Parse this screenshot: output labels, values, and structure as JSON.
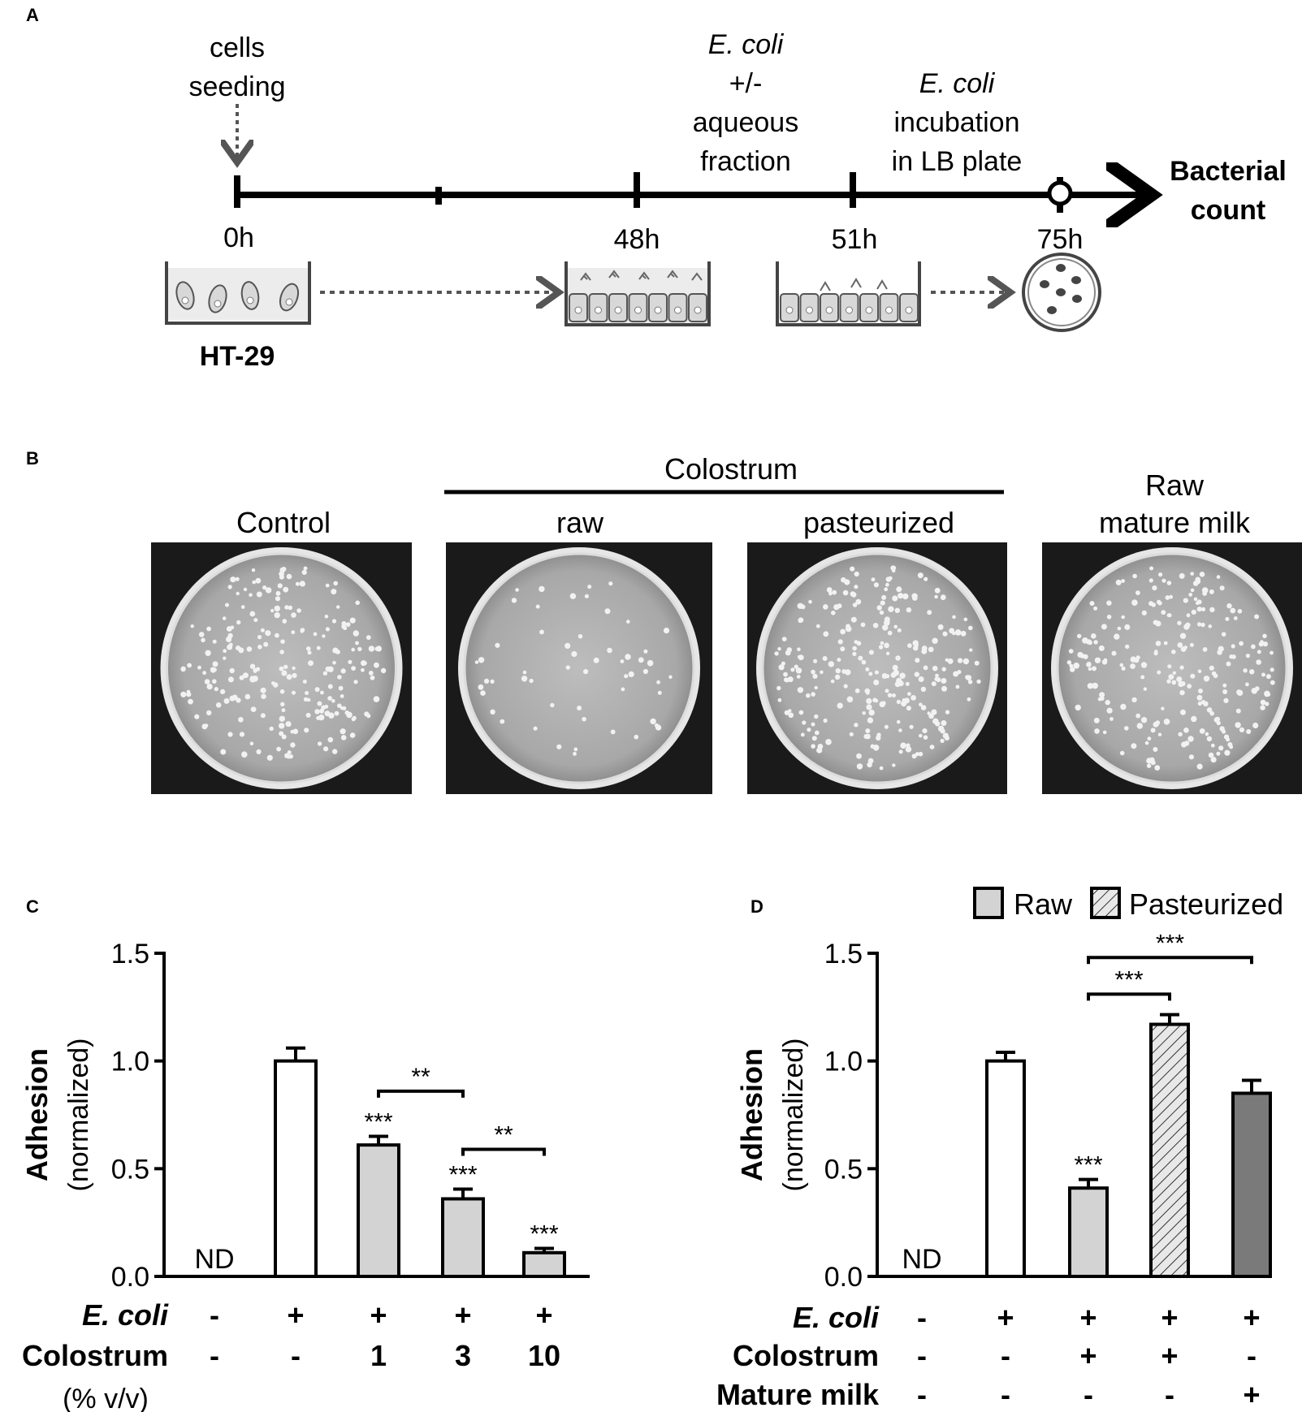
{
  "panel_labels": {
    "a": "A",
    "b": "B",
    "c": "C",
    "d": "D"
  },
  "panel_a": {
    "seeding_line1": "cells",
    "seeding_line2": "seeding",
    "ecoli_italic": "E. coli",
    "ecoli_line2": "+/-",
    "ecoli_line3": "aqueous",
    "ecoli_line4": "fraction",
    "incub_italic": "E. coli",
    "incub_line2": "incubation",
    "incub_line3": "in LB plate",
    "result_line1": "Bacterial",
    "result_line2": "count",
    "t0": "0h",
    "t48": "48h",
    "t51": "51h",
    "t75": "75h",
    "cell_line": "HT-29"
  },
  "panel_b": {
    "group_label": "Colostrum",
    "plates": [
      {
        "label": "Control",
        "colony_count": 230
      },
      {
        "label": "raw",
        "colony_count": 55
      },
      {
        "label": "pasteurized",
        "colony_count": 260
      },
      {
        "label_line1": "Raw",
        "label_line2": "mature milk",
        "colony_count": 240
      }
    ]
  },
  "chart_data": [
    {
      "panel": "C",
      "type": "bar",
      "ylabel": "Adhesion",
      "ylabel_sub": "(normalized)",
      "ylim": [
        0,
        1.5
      ],
      "yticks": [
        "0.0",
        "0.5",
        "1.0",
        "1.5"
      ],
      "nd_label": "ND",
      "bars": [
        {
          "value": 0,
          "error": 0,
          "fill": "none",
          "label": "ND",
          "sig": ""
        },
        {
          "value": 1.0,
          "error": 0.06,
          "fill": "white",
          "sig": ""
        },
        {
          "value": 0.61,
          "error": 0.04,
          "fill": "gray",
          "sig": "***"
        },
        {
          "value": 0.36,
          "error": 0.045,
          "fill": "gray",
          "sig": "***"
        },
        {
          "value": 0.11,
          "error": 0.02,
          "fill": "gray",
          "sig": "***"
        }
      ],
      "brackets": [
        {
          "from": 2,
          "to": 3,
          "y": 0.86,
          "label": "**"
        },
        {
          "from": 3,
          "to": 4,
          "y": 0.59,
          "label": "**"
        }
      ],
      "conditions": [
        {
          "label": "E. coli",
          "italic": true,
          "values": [
            "-",
            "+",
            "+",
            "+",
            "+"
          ]
        },
        {
          "label": "Colostrum",
          "italic": false,
          "values": [
            "-",
            "-",
            "1",
            "3",
            "10"
          ]
        }
      ],
      "condition_note": "(% v/v)"
    },
    {
      "panel": "D",
      "type": "bar",
      "ylabel": "Adhesion",
      "ylabel_sub": "(normalized)",
      "ylim": [
        0,
        1.5
      ],
      "yticks": [
        "0.0",
        "0.5",
        "1.0",
        "1.5"
      ],
      "nd_label": "ND",
      "legend": [
        {
          "name": "Raw",
          "fill": "gray"
        },
        {
          "name": "Pasteurized",
          "fill": "hatch"
        }
      ],
      "bars": [
        {
          "value": 0,
          "error": 0,
          "fill": "none",
          "label": "ND",
          "sig": ""
        },
        {
          "value": 1.0,
          "error": 0.04,
          "fill": "white",
          "sig": ""
        },
        {
          "value": 0.41,
          "error": 0.04,
          "fill": "gray",
          "sig": "***"
        },
        {
          "value": 1.17,
          "error": 0.045,
          "fill": "hatch",
          "sig": ""
        },
        {
          "value": 0.85,
          "error": 0.06,
          "fill": "dark",
          "sig": ""
        }
      ],
      "brackets": [
        {
          "from": 2,
          "to": 3,
          "y": 1.31,
          "label": "***"
        },
        {
          "from": 2,
          "to": 4,
          "y": 1.48,
          "label": "***"
        }
      ],
      "conditions": [
        {
          "label": "E. coli",
          "italic": true,
          "values": [
            "-",
            "+",
            "+",
            "+",
            "+"
          ]
        },
        {
          "label": "Colostrum",
          "italic": false,
          "values": [
            "-",
            "-",
            "+",
            "+",
            "-"
          ]
        },
        {
          "label": "Mature milk",
          "italic": false,
          "values": [
            "-",
            "-",
            "-",
            "-",
            "+"
          ]
        }
      ]
    }
  ],
  "colors": {
    "gray_fill": "#d3d3d3",
    "dark_fill": "#7a7a7a",
    "plate_bg": "#1a1a1a"
  }
}
